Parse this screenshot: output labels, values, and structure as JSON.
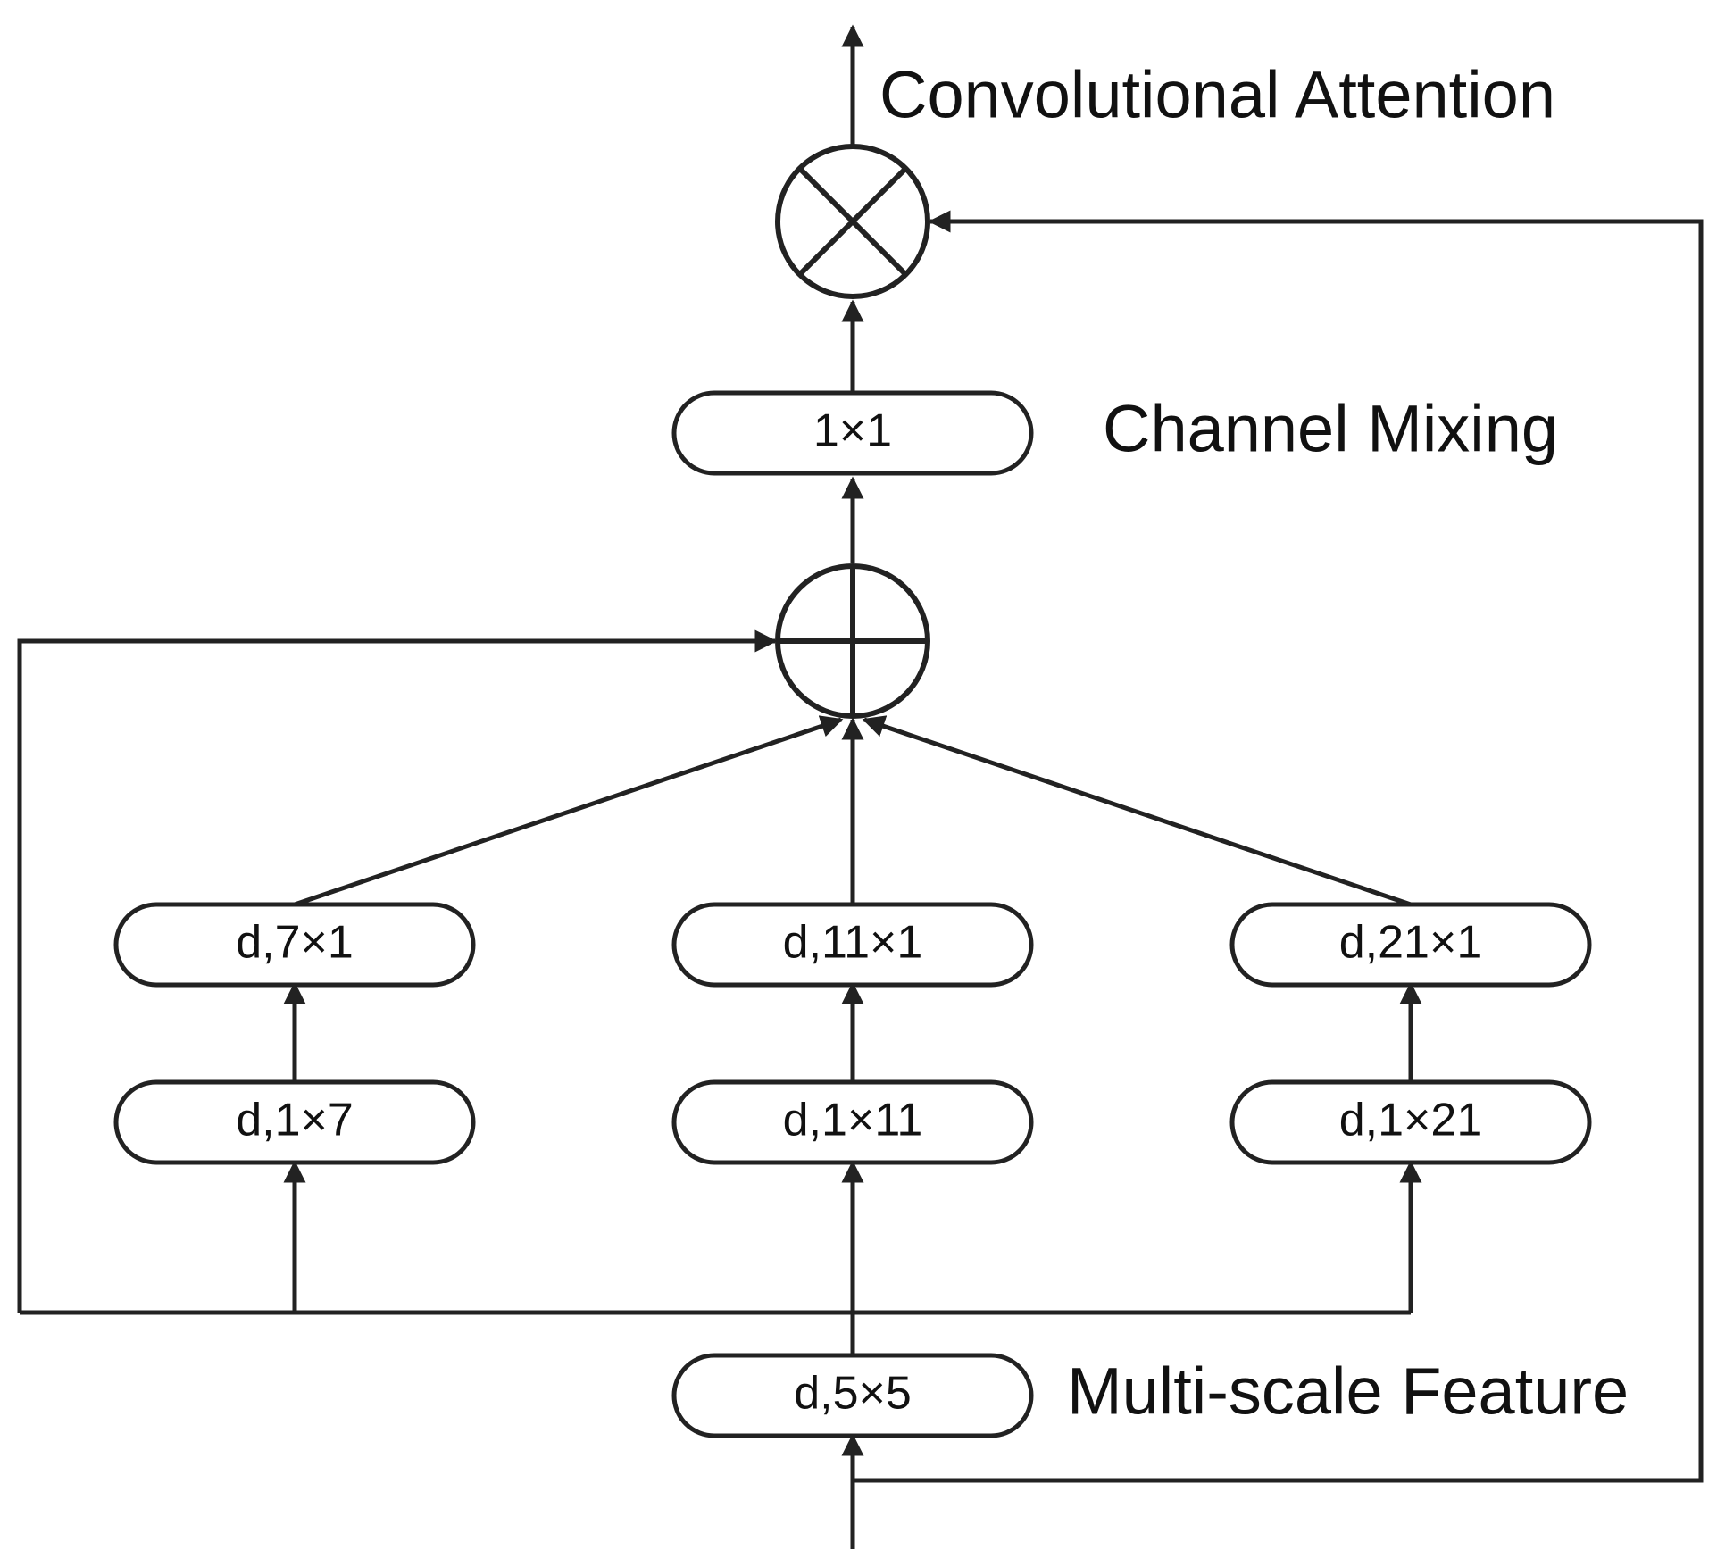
{
  "labels": {
    "output": "Convolutional Attention",
    "channel_mixing": "Channel Mixing",
    "multi_scale": "Multi-scale Feature"
  },
  "blocks": {
    "top_conv": "1×1",
    "base_conv": "d,5×5",
    "branch1_first": "d,1×7",
    "branch1_second": "d,7×1",
    "branch2_first": "d,1×11",
    "branch2_second": "d,11×1",
    "branch3_first": "d,1×21",
    "branch3_second": "d,21×1"
  },
  "operators": {
    "sum": "add",
    "product": "multiply"
  },
  "colors": {
    "stroke": "#222222",
    "background": "#ffffff"
  }
}
